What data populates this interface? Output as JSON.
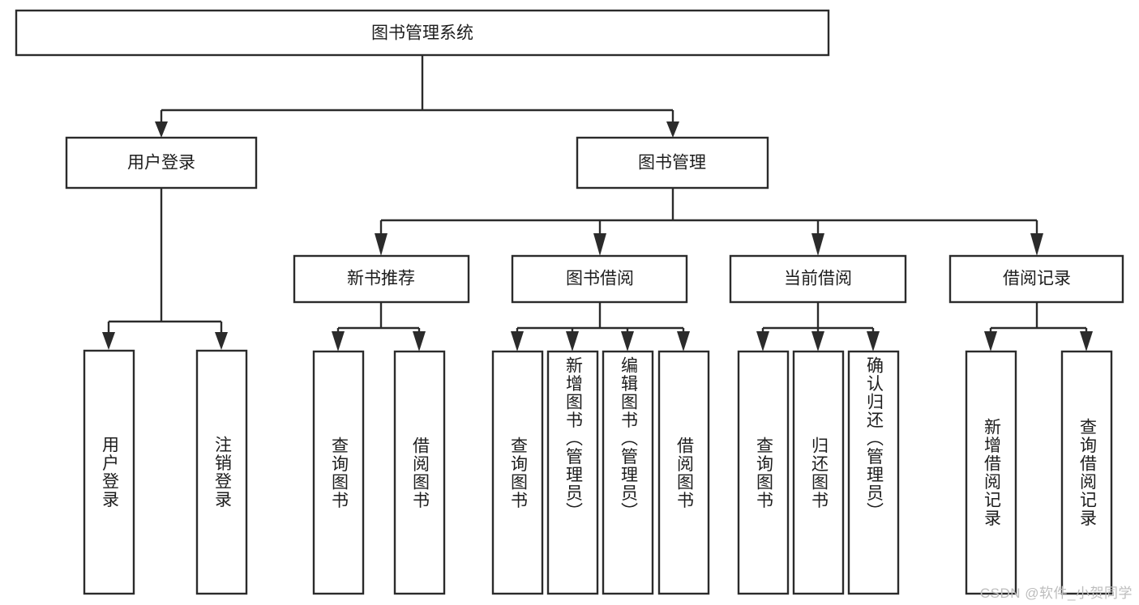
{
  "diagram": {
    "title": "图书管理系统",
    "watermark": "CSDN @软件_小贺同学",
    "accent_color": "#2b2b2b",
    "background_color": "#ffffff",
    "orientation": "top-down-tree",
    "levels": 4
  },
  "nodes": {
    "root": {
      "label": "图书管理系统"
    },
    "level2": [
      {
        "label": "用户登录"
      },
      {
        "label": "图书管理"
      }
    ],
    "level3": [
      {
        "label": "新书推荐"
      },
      {
        "label": "图书借阅"
      },
      {
        "label": "当前借阅"
      },
      {
        "label": "借阅记录"
      }
    ],
    "leaves": {
      "user_login": [
        {
          "label": "用户登录"
        },
        {
          "label": "注销登录"
        }
      ],
      "new_book_recommend": [
        {
          "label": "查询图书"
        },
        {
          "label": "借阅图书"
        }
      ],
      "book_borrow": [
        {
          "label": "查询图书"
        },
        {
          "label": "新增图书（管理员）"
        },
        {
          "label": "编辑图书（管理员）"
        },
        {
          "label": "借阅图书"
        }
      ],
      "current_borrow": [
        {
          "label": "查询图书"
        },
        {
          "label": "归还图书"
        },
        {
          "label": "确认归还（管理员）"
        }
      ],
      "borrow_records": [
        {
          "label": "新增借阅记录"
        },
        {
          "label": "查询借阅记录"
        }
      ]
    }
  }
}
